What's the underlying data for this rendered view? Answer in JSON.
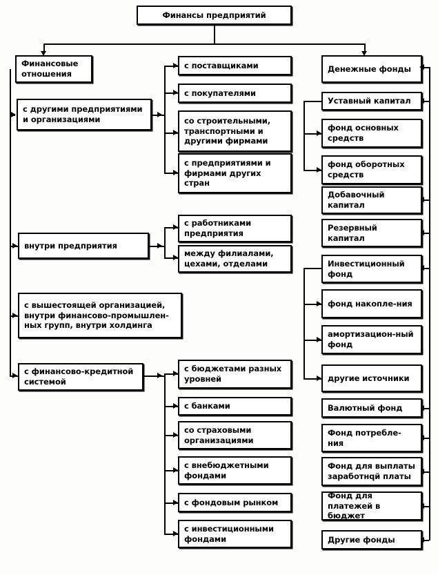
{
  "diagram": {
    "title_box": {
      "label": "Финансы предприятий"
    },
    "branches": {
      "relations_root": "Финансовые отношения",
      "funds_root": "Денежные фонды"
    },
    "relations": [
      {
        "id": "other-enterprises",
        "label": "с другими предприятиями и организациями",
        "children": [
          "с поставщиками",
          "с покупателями",
          "со строительными, транспортными и другими фирмами",
          "с предприятиями и фирмами других стран"
        ]
      },
      {
        "id": "inside-enterprise",
        "label": "внутри предприятия",
        "children": [
          "с работниками предприятия",
          "между филиалами, цехами, отделами"
        ]
      },
      {
        "id": "higher-organization",
        "label": "с вышестоящей организацией, внутри финансово-промышлен-ных групп, внутри холдинга",
        "children": []
      },
      {
        "id": "financial-credit-system",
        "label": "с финансово-кредитной системой",
        "children": [
          "с бюджетами разных уровней",
          "с банками",
          "со страховыми организациями",
          "с внебюджетными фондами",
          "с фондовым рынком",
          "с инвестиционными фондами"
        ]
      }
    ],
    "funds": [
      {
        "id": "authorized-capital",
        "label": "Уставный капитал",
        "children": [
          "фонд основных средств",
          "фонд оборотных средств"
        ]
      },
      {
        "id": "additional-capital",
        "label": "Добавочный капитал",
        "children": []
      },
      {
        "id": "reserve-capital",
        "label": "Резервный капитал",
        "children": []
      },
      {
        "id": "investment-fund",
        "label": "Инвестиционный фонд",
        "children": [
          "фонд накопле-ния",
          "амортизацион-ный фонд",
          "другие источники"
        ]
      },
      {
        "id": "currency-fund",
        "label": "Валютный фонд",
        "children": []
      },
      {
        "id": "consumption-fund",
        "label": "Фонд потребле-ния",
        "children": []
      },
      {
        "id": "wage-payment-fund",
        "label": "Фонд для выплаты заработнqй платы",
        "children": []
      },
      {
        "id": "budget-payment-fund",
        "label": "Фонд для платежей в бюджет",
        "children": []
      },
      {
        "id": "other-funds",
        "label": "Другие фонды",
        "children": []
      }
    ],
    "colors": {
      "line": "#000000",
      "box_fill": "#ffffff",
      "text": "#000000",
      "background": "#fdfdfc"
    }
  }
}
